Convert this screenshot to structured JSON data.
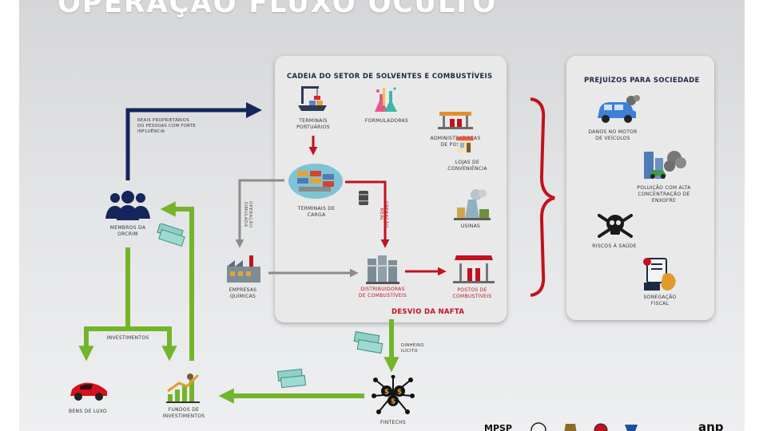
{
  "title": "OPERAÇÃO FLUXO OCULTO",
  "chain_panel": {
    "title": "CADEIA DO SETOR DE SOLVENTES E COMBUSTÍVEIS",
    "nodes": {
      "terminais_portuarios": "TERMINAIS\nPORTUÁRIOS",
      "formuladoras": "FORMULADORAS",
      "administradoras": "ADMINISTRADORAS\nDE POSTOS",
      "lojas": "LOJAS DE\nCONVENIÊNCIA",
      "terminais_carga": "TERMINAIS DE\nCARGA",
      "usinas": "USINAS",
      "distribuidoras": "DISTRIBUIDORAS\nDE COMBUSTÍVEIS",
      "postos": "POSTOS DE\nCOMBUSTÍVEIS"
    },
    "operacao_real": "OPERAÇÃO\nREAL",
    "desvio": "DESVIO DA NAFTA"
  },
  "losses_panel": {
    "title": "PREJUÍZOS PARA SOCIEDADE",
    "items": [
      {
        "label": "DANOS NO MOTOR\nDE VEÍCULOS",
        "icon": "damaged-car-icon"
      },
      {
        "label": "POLUIÇÃO COM ALTA\nCONCENTRAÇÃO DE\nENXOFRE",
        "icon": "pollution-icon"
      },
      {
        "label": "RISCOS À SAÚDE",
        "icon": "skull-icon"
      },
      {
        "label": "SONEGAÇÃO\nFISCAL",
        "icon": "tax-evasion-icon"
      }
    ]
  },
  "outside": {
    "reais_proprietarios": "REAIS PROPRIETÁRIOS\nOU PESSOAS COM FORTE\nINFLUÊNCIA",
    "membros": "MEMBROS DA\nORCRIM",
    "operacao_simulada": "OPERAÇÃO\nSIMULADA",
    "empresas_quimicas": "EMPRESAS\nQUÍMICAS",
    "investimentos": "INVESTIMENTOS",
    "bens_de_luxo": "BENS DE LUXO",
    "fundos": "FUNDOS DE\nINVESTIMENTOS",
    "dinheiro_ilicito": "DINHEIRO\nILÍCITO",
    "fintechs": "FINTECHS"
  },
  "logos": [
    "MPSP",
    "anp"
  ],
  "colors": {
    "navy": "#14265a",
    "green": "#72b52b",
    "red": "#c0121f",
    "gray_arrow": "#8c8c8c",
    "panel": "#e9e9ea"
  }
}
